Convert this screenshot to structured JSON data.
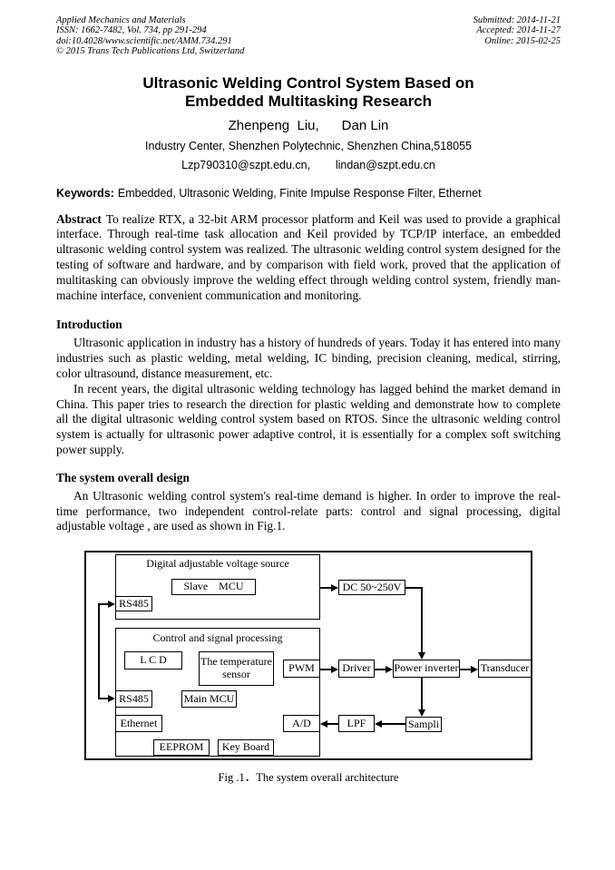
{
  "header": {
    "left_lines": [
      "Applied Mechanics and Materials",
      "ISSN: 1662-7482, Vol. 734, pp 291-294",
      "doi:10.4028/www.scientific.net/AMM.734.291",
      "© 2015 Trans Tech Publications Ltd, Switzerland"
    ],
    "right_lines": [
      "Submitted: 2014-11-21",
      "Accepted: 2014-11-27",
      "Online: 2015-02-25"
    ]
  },
  "title": {
    "line1": "Ultrasonic Welding Control System Based on",
    "line2": "Embedded Multitasking Research"
  },
  "byline": {
    "authors": "Zhenpeng  Liu,      Dan Lin",
    "affiliation": "Industry Center, Shenzhen Polytechnic, Shenzhen China,518055",
    "emails": "Lzp790310@szpt.edu.cn,        lindan@szpt.edu.cn"
  },
  "keywords": {
    "label": "Keywords:",
    "text": "Embedded, Ultrasonic Welding, Finite Impulse Response Filter, Ethernet"
  },
  "abstract": {
    "label": "Abstract",
    "text": "To realize RTX, a 32-bit ARM processor platform and Keil was used to provide a graphical interface.  Through real-time task allocation and Keil provided by TCP/IP interface, an embedded ultrasonic welding control system was realized. The ultrasonic welding control system designed for the testing of software and hardware, and by comparison with field work, proved that the application of multitasking can obviously improve the welding effect through welding control system, friendly man-machine interface, convenient communication and monitoring."
  },
  "sections": {
    "introduction": {
      "heading": "Introduction",
      "p1": "Ultrasonic application in industry has a history of hundreds of years. Today it has entered into many industries such as plastic welding, metal welding, IC binding, precision cleaning, medical, stirring, color ultrasound, distance measurement, etc.",
      "p2": "In recent years, the digital ultrasonic welding technology has lagged behind the market demand in China. This paper tries to research the direction for plastic welding and demonstrate how to complete all the digital ultrasonic welding control system based on RTOS. Since the ultrasonic welding control system is actually for ultrasonic power adaptive control, it is essentially for a complex soft switching power supply."
    },
    "design": {
      "heading": "The system overall design",
      "p1": "An Ultrasonic welding control system's real-time demand is higher. In order to improve the real-time performance, two independent control-relate parts: control and signal processing, digital adjustable voltage , are used as shown in Fig.1."
    }
  },
  "figure": {
    "caption": "Fig .1．The system overall architecture",
    "labels": {
      "dav": "Digital adjustable voltage source",
      "slave_mcu": "Slave    MCU",
      "rs485_top": "RS485",
      "control": "Control and signal processing",
      "lcd": "L C D",
      "temp_sensor": "The temperature sensor",
      "pwm": "PWM",
      "rs485_bot": "RS485",
      "main_mcu": "Main MCU",
      "ethernet": "Ethernet",
      "ad": "A/D",
      "eeprom": "EEPROM",
      "keyboard": "Key Board",
      "dc": "DC 50~250V",
      "driver": "Driver",
      "power_inverter": "Power inverter",
      "transducer": "Transducer",
      "lpf": "LPF",
      "sampli": "Sampli"
    }
  }
}
